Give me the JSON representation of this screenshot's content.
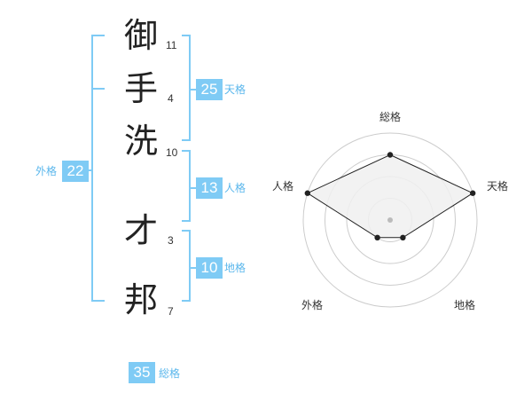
{
  "name": {
    "characters": [
      {
        "char": "御",
        "strokes": "11"
      },
      {
        "char": "手",
        "strokes": "4"
      },
      {
        "char": "洗",
        "strokes": "10"
      },
      {
        "char": "才",
        "strokes": "3"
      },
      {
        "char": "邦",
        "strokes": "7"
      }
    ]
  },
  "scores": {
    "tenkaku": {
      "value": "25",
      "label": "天格"
    },
    "jinkaku": {
      "value": "13",
      "label": "人格"
    },
    "chikaku": {
      "value": "10",
      "label": "地格"
    },
    "gaikaku": {
      "value": "22",
      "label": "外格"
    },
    "soukaku": {
      "value": "35",
      "label": "総格"
    }
  },
  "chart_data": {
    "type": "radar",
    "axes": [
      "総格",
      "天格",
      "地格",
      "外格",
      "人格"
    ],
    "levels": 4,
    "values": [
      0.75,
      1.0,
      0.25,
      0.25,
      1.0
    ]
  },
  "colors": {
    "accent": "#7fcbf5",
    "accent_text": "#5bb7ec",
    "polygon_fill": "#f0f0f0",
    "polygon_stroke": "#222222",
    "grid": "#cccccc"
  }
}
